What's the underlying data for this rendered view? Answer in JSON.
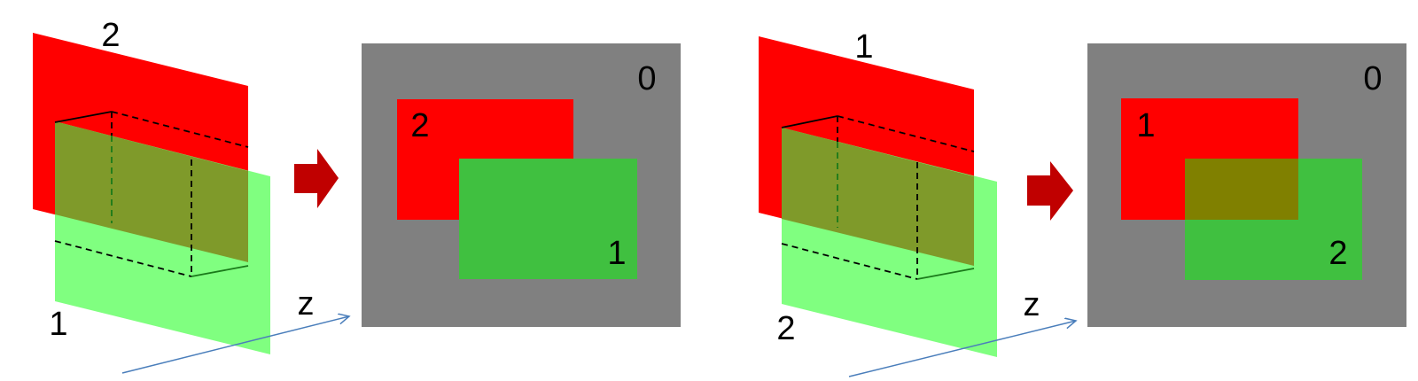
{
  "colors": {
    "red_layer": "#ff0000",
    "green_layer_3d": "#80ff80",
    "overlap_3d": "#7f9a2a",
    "green_layer_2d": "#40c040",
    "overlap_2d": "#808000",
    "background_layer": "#808080",
    "arrow": "#c00000",
    "z_axis": "#4a7ebb"
  },
  "left_scene": {
    "back_plane_label": "2",
    "front_plane_label": "1",
    "axis_label": "z",
    "result": {
      "background_label": "0",
      "red_label": "2",
      "green_label": "1"
    }
  },
  "right_scene": {
    "back_plane_label": "1",
    "front_plane_label": "2",
    "axis_label": "z",
    "result": {
      "background_label": "0",
      "red_label": "1",
      "green_label": "2"
    }
  }
}
